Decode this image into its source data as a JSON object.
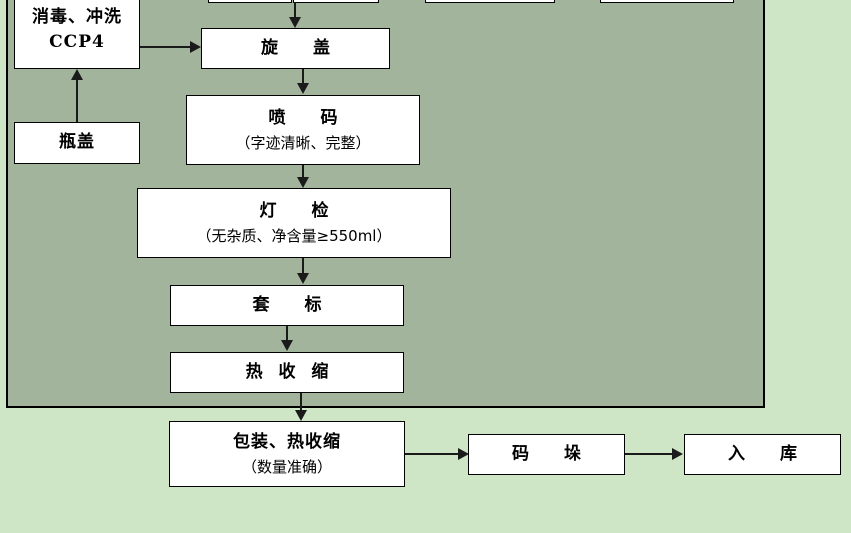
{
  "diagram": {
    "type": "flowchart",
    "title": "",
    "colors": {
      "page_background": "#cee6c6",
      "panel_background": "#a3b49c",
      "node_fill": "#ffffff",
      "node_border": "#000000",
      "connector": "#1a1a1a"
    },
    "nodes": [
      {
        "id": "top_fragment_1",
        "line1": "",
        "line2": ""
      },
      {
        "id": "top_fragment_2",
        "line1": "",
        "line2": ""
      },
      {
        "id": "top_fragment_3",
        "line1": "",
        "line2": ""
      },
      {
        "id": "top_fragment_4",
        "line1": "",
        "line2": ""
      },
      {
        "id": "sterilize_rinse",
        "line1": "消毒、冲洗",
        "line2": "CCP4"
      },
      {
        "id": "bottle_cap",
        "line1": "瓶盖",
        "line2": ""
      },
      {
        "id": "capping",
        "line1": "旋　盖",
        "line2": ""
      },
      {
        "id": "inkjet_coding",
        "line1": "喷　码",
        "line2": "（字迹清晰、完整）"
      },
      {
        "id": "lamp_inspection",
        "line1": "灯　检",
        "line2": "（无杂质、净含量≥550ml）"
      },
      {
        "id": "labeling",
        "line1": "套　标",
        "line2": ""
      },
      {
        "id": "heat_shrink",
        "line1": "热 收 缩",
        "line2": ""
      },
      {
        "id": "packing_heat_shrink",
        "line1": "包装、热收缩",
        "line2": "（数量准确）"
      },
      {
        "id": "palletizing",
        "line1": "码　垛",
        "line2": ""
      },
      {
        "id": "warehousing",
        "line1": "入　库",
        "line2": ""
      }
    ],
    "edges": [
      {
        "from": "top_fragment_1",
        "to": "capping",
        "marker": "arrow-down"
      },
      {
        "from": "sterilize_rinse",
        "to": "capping",
        "marker": "arrow-right"
      },
      {
        "from": "bottle_cap",
        "to": "sterilize_rinse",
        "marker": "arrow-up"
      },
      {
        "from": "capping",
        "to": "inkjet_coding",
        "marker": "arrow-down"
      },
      {
        "from": "inkjet_coding",
        "to": "lamp_inspection",
        "marker": "arrow-down"
      },
      {
        "from": "lamp_inspection",
        "to": "labeling",
        "marker": "arrow-down"
      },
      {
        "from": "labeling",
        "to": "heat_shrink",
        "marker": "arrow-down"
      },
      {
        "from": "heat_shrink",
        "to": "packing_heat_shrink",
        "marker": "arrow-down"
      },
      {
        "from": "packing_heat_shrink",
        "to": "palletizing",
        "marker": "arrow-right"
      },
      {
        "from": "palletizing",
        "to": "warehousing",
        "marker": "arrow-right"
      }
    ]
  }
}
